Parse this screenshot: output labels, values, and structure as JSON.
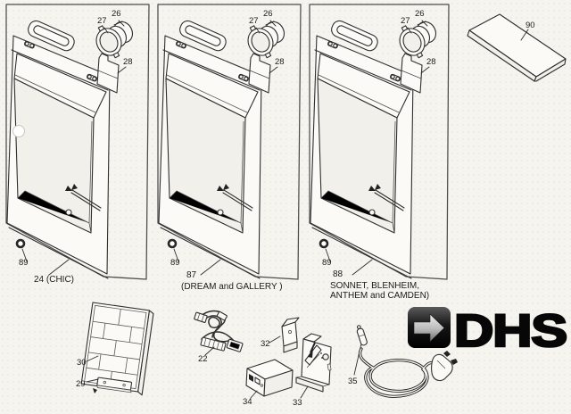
{
  "page": {
    "background": "#f5f4ef",
    "ink": "#2f2f2f"
  },
  "panels": [
    {
      "caption_lines": [
        "24 (CHIC)"
      ],
      "labels": {
        "collar": "26",
        "clamp_ring": "27",
        "side_panel": "28",
        "grommet": "89"
      }
    },
    {
      "caption_lines": [
        "87",
        "(DREAM and GALLERY )"
      ],
      "labels": {
        "collar": "26",
        "clamp_ring": "27",
        "side_panel": "28",
        "grommet": "89"
      }
    },
    {
      "caption_lines": [
        "88",
        "SONNET, BLENHEIM,",
        "ANTHEM and CAMDEN)"
      ],
      "labels": {
        "collar": "26",
        "clamp_ring": "27",
        "side_panel": "28",
        "grommet": "89"
      }
    }
  ],
  "parts": {
    "shelf": "90",
    "brick_liner": "30",
    "trim_plate": "29",
    "wiring_harness": "22",
    "small_bracket": "32",
    "mounting_bracket": "33",
    "control_box": "34",
    "power_cord": "35"
  },
  "logo": {
    "text": "DHS"
  }
}
